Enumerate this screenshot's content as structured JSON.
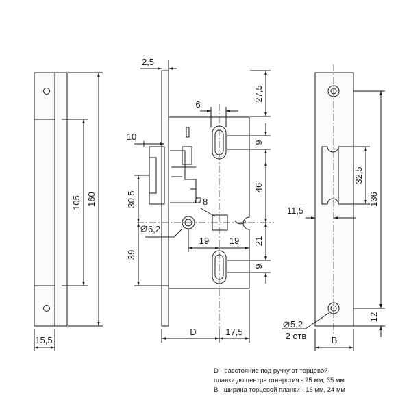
{
  "dimensions": {
    "strike_width": "15,5",
    "strike_slot_length": "105",
    "strike_height": "160",
    "faceplate_thickness": "2,5",
    "top_to_slot": "27,5",
    "slot_width": "6",
    "slot_height_top": "9",
    "latch_offset": "10",
    "slot_spacing": "46",
    "latch_to_center": "30,5",
    "square_size": "8",
    "hole_diameter": "6,2",
    "hole_to_center": "19",
    "center_to_slot": "19",
    "center_to_lower_slot": "21",
    "slot_height_bottom": "9",
    "lower_offset": "39",
    "backset": "D",
    "case_depth": "17,5",
    "faceplate_offset": "11,5",
    "faceplate_hole_spacing": "136",
    "latch_window": "32,5",
    "mount_hole_diameter": "5,2",
    "mount_hole_count": "2 отв",
    "bottom_hole_offset": "12",
    "faceplate_width": "B"
  },
  "notes": {
    "line1": "D - расстояние под ручку от торцевой",
    "line2": "планки до центра отверстия - 25 мм, 35 мм",
    "line3": "B - ширина торцевой планки - 16 мм, 24 мм"
  }
}
